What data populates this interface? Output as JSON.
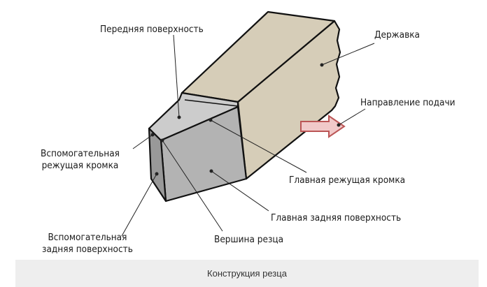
{
  "labels": {
    "front_surface": "Передняя поверхность",
    "holder": "Державка",
    "feed_direction": "Направление подачи",
    "aux_cutting_edge_line1": "Вспомогательная",
    "aux_cutting_edge_line2": "режущая кромка",
    "main_cutting_edge": "Главная режущая кромка",
    "main_flank_surface": "Главная задняя поверхность",
    "aux_flank_line1": "Вспомогательная",
    "aux_flank_line2": "задняя поверхность",
    "tool_tip": "Вершина резца"
  },
  "caption": "Конструкция резца",
  "colors": {
    "holder": "#d6cdb8",
    "head_top": "#cccccc",
    "main_flank": "#b3b3b3",
    "aux_flank": "#999999",
    "arrow": "#f1c9c9",
    "arrow_stroke": "#bb5555"
  }
}
